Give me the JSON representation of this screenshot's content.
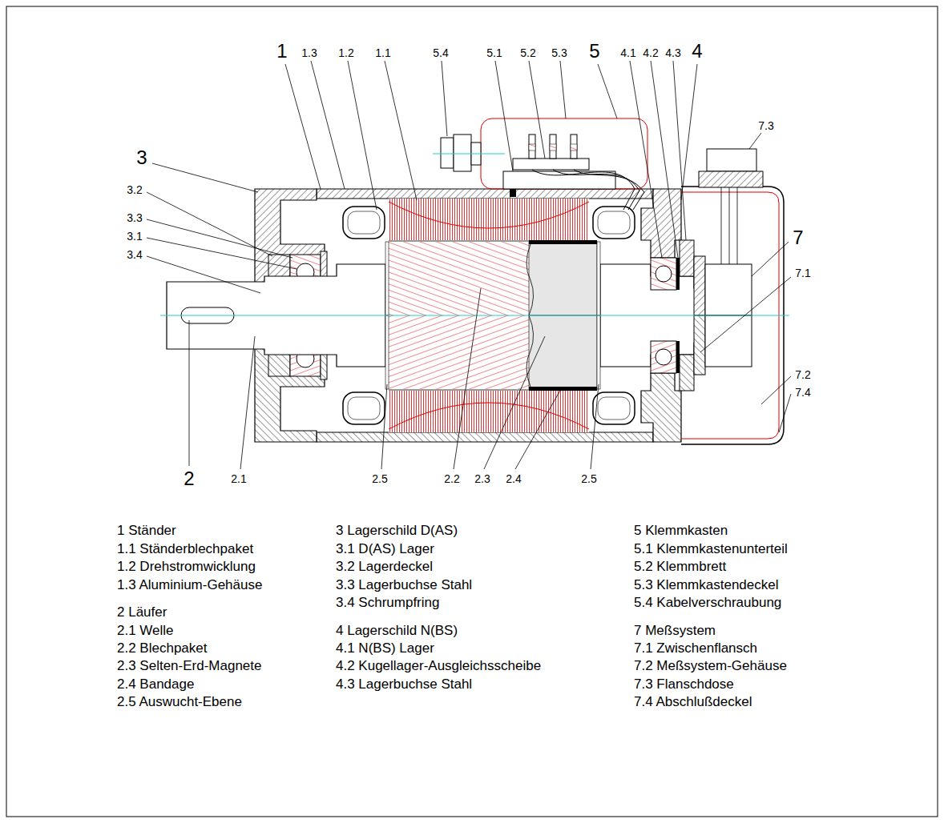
{
  "diagram": {
    "labels": [
      "1",
      "1.3",
      "1.2",
      "1.1",
      "5.4",
      "5.1",
      "5.2",
      "5.3",
      "5",
      "4.1",
      "4.2",
      "4.3",
      "4",
      "7.3",
      "3",
      "3.2",
      "3.3",
      "3.1",
      "3.4",
      "7",
      "7.1",
      "7.2",
      "7.4",
      "2",
      "2.1",
      "2.5",
      "2.2",
      "2.3",
      "2.4",
      "2.5",
      "1 Ständer",
      "1.1 Ständerblechpaket",
      "1.2 Drehstromwicklung",
      "1.3 Aluminium-Gehäuse",
      "2 Läufer",
      "2.1 Welle",
      "2.2 Blechpaket",
      "2.3 Selten-Erd-Magnete",
      "2.4 Bandage",
      "2.5 Auswucht-Ebene",
      "3 Lagerschild D(AS)",
      "3.1 D(AS) Lager",
      "3.2 Lagerdeckel",
      "3.3 Lagerbuchse Stahl",
      "3.4 Schrumpfring",
      "4 Lagerschild N(BS)",
      "4.1 N(BS) Lager",
      "4.2 Kugellager-Ausgleichsscheibe",
      "4.3 Lagerbuchse Stahl",
      "5 Klemmkasten",
      "5.1 Klemmkastenunterteil",
      "5.2 Klemmbrett",
      "5.3 Klemmkastendeckel",
      "5.4 Kabelverschraubung",
      "7 Meßsystem",
      "7.1 Zwischenflansch",
      "7.2 Meßsystem-Gehäuse",
      "7.3 Flanschdose",
      "7.4 Abschlußdeckel"
    ]
  }
}
